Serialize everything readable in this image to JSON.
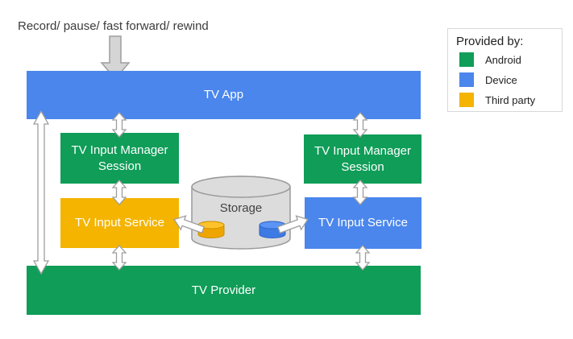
{
  "diagram": {
    "annotation": "Record/ pause/ fast forward/ rewind",
    "nodes": {
      "tv_app": "TV App",
      "tv_input_manager_session": "TV Input Manager Session",
      "tv_input_service": "TV Input Service",
      "tv_provider": "TV Provider",
      "storage": "Storage"
    },
    "legend": {
      "title": "Provided by:",
      "items": [
        {
          "label": "Android",
          "color": "#0F9D58"
        },
        {
          "label": "Device",
          "color": "#4A86EC"
        },
        {
          "label": "Third party",
          "color": "#F4B400"
        }
      ]
    },
    "colors": {
      "android_green": "#0F9D58",
      "device_blue": "#4A86EC",
      "third_party_yellow": "#F4B400",
      "storage_gray": "#DCDCDC",
      "arrow_fill": "#FFFFFF",
      "arrow_stroke": "#9E9E9E",
      "record_arrow_fill": "#D5D5D5"
    }
  }
}
